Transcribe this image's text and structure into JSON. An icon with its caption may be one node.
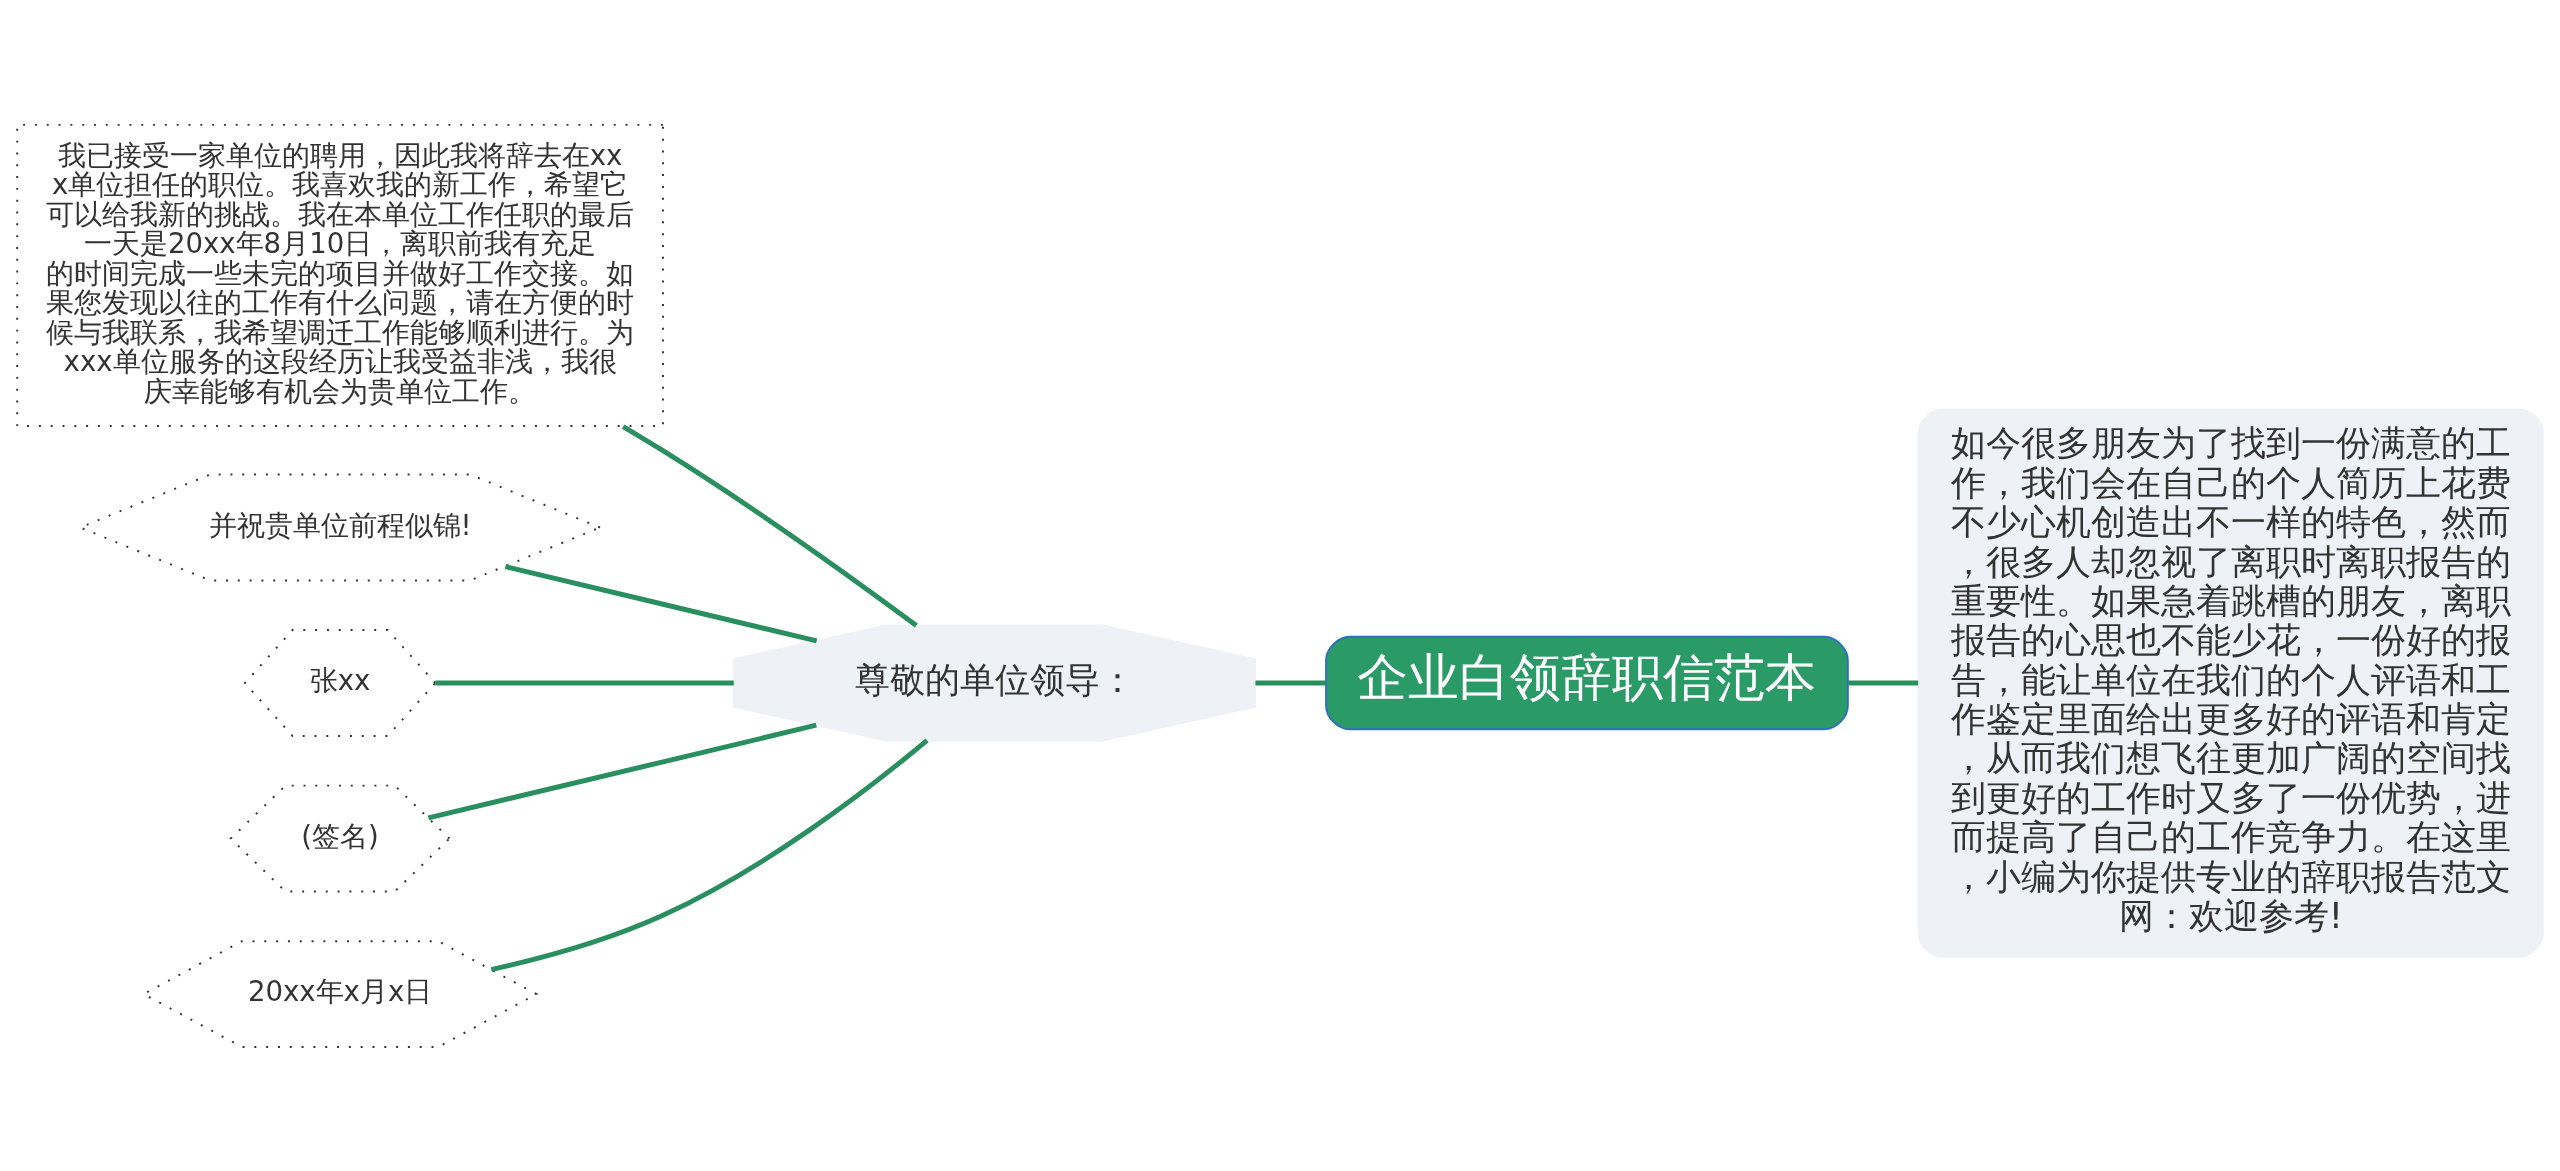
{
  "diagram": {
    "nodes": [
      {
        "text": [
          "企业白领辞职信范本"
        ]
      },
      {
        "text": [
          "如今很多朋友为了找到一份满意的工作，我们会在自己的个人简历上花费不少心机创造出不一样的特色，然而，很多人却忽视了离职时离职报告的重要性。如果急着跳槽的朋友，离职报告的心思也不能少花，一份好的报告，能让单位在我们的个人评语和工作鉴定里面给出更多好的评语和肯定，从而我们想飞往更加广阔的空间找到更好的工作时又多了一份优势，进而提高了自己的工作竞争力。在这里，小编为你提供专业的辞职报告范文网：欢迎参考!"
        ]
      },
      {
        "text": [
          "尊敬的单位领导："
        ]
      },
      {
        "text": [
          "我已接受一家单位的聘用，因此我将辞去在xxx单位担任的职位。我喜欢我的新工作，希望它可以给我新的挑战。我在本单位工作任职的最后一天是20xx年8月10日，离职前我有充足的时间完成一些未完的项目并做好工作交接。如果您发现以往的工作有什么问题，请在方便的时候与我联系，我希望调迁工作能够顺利进行。为xxx单位服务的这段经历让我受益非浅，我很庆幸能够有机会为贵单位工作。"
        ]
      },
      {
        "text": [
          "并祝贵单位前程似锦!"
        ]
      },
      {
        "text": [
          "张xx"
        ]
      },
      {
        "text": [
          "(签名)"
        ]
      },
      {
        "text": [
          "20xx年x月x日"
        ]
      }
    ],
    "edges": [
      {
        "from": 0,
        "to": 1,
        "arrow": "none"
      },
      {
        "from": 0,
        "to": 2,
        "arrow": "none"
      },
      {
        "from": 2,
        "to": 3,
        "arrow": "none"
      },
      {
        "from": 2,
        "to": 4,
        "arrow": "none"
      },
      {
        "from": 2,
        "to": 5,
        "arrow": "none"
      },
      {
        "from": 2,
        "to": 6,
        "arrow": "none"
      },
      {
        "from": 2,
        "to": 7,
        "arrow": "none"
      }
    ]
  }
}
